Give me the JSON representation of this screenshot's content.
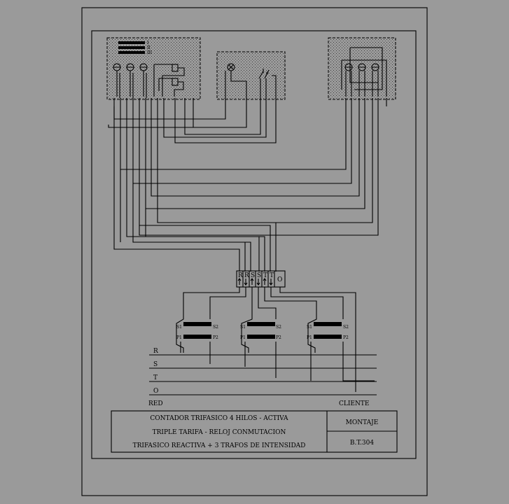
{
  "title_block": {
    "line1": "CONTADOR TRIFASICO 4 HILOS - ACTIVA",
    "line2": "TRIPLE TARIFA - RELOJ CONMUTACION",
    "line3": "TRIFASICO REACTIVA + 3 TRAFOS DE INTENSIDAD",
    "type": "MONTAJE",
    "code": "B.T.304"
  },
  "meter": {
    "tariffs": [
      "I",
      "II",
      "III"
    ]
  },
  "terminal_block": {
    "labels": [
      "R",
      "R",
      "S",
      "S",
      "T",
      "T",
      "O"
    ]
  },
  "transformers": [
    {
      "s1": "S1",
      "s2": "S2",
      "p1": "P1",
      "p2": "P2"
    },
    {
      "s1": "S1",
      "s2": "S2",
      "p1": "P1",
      "p2": "P2"
    },
    {
      "s1": "S1",
      "s2": "S2",
      "p1": "P1",
      "p2": "P2"
    }
  ],
  "lines": {
    "phases": [
      "R",
      "S",
      "T",
      "O"
    ],
    "left_label": "RED",
    "right_label": "CLIENTE"
  }
}
